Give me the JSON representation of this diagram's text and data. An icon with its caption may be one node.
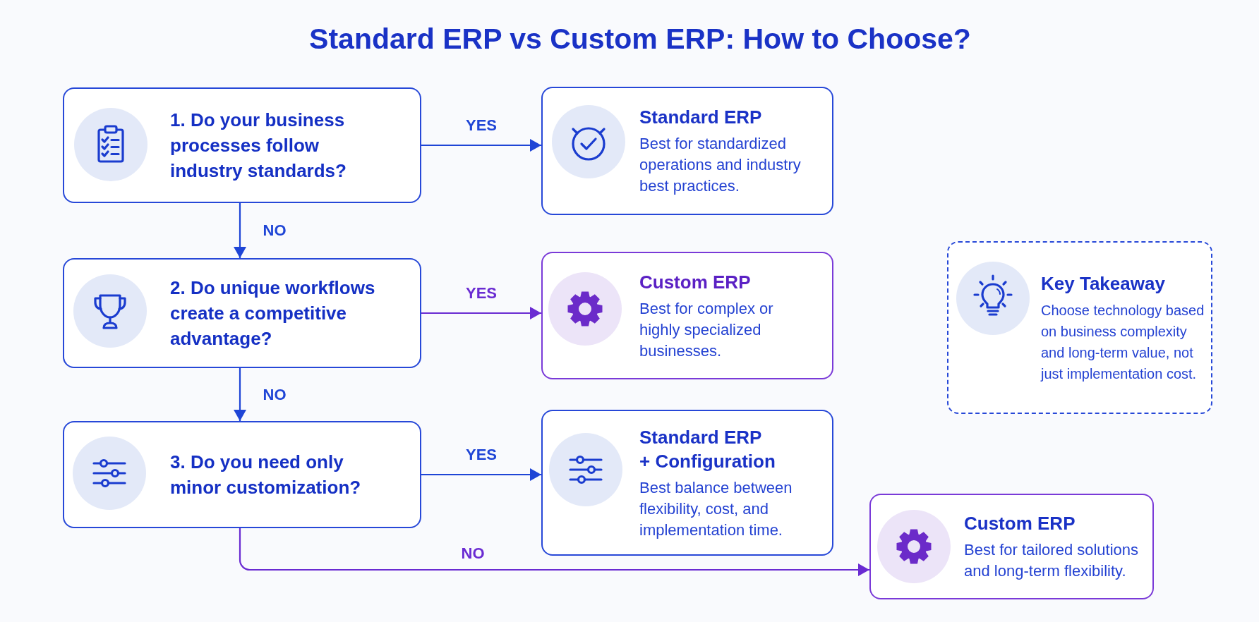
{
  "diagram": {
    "title": "Standard ERP vs Custom ERP: How to Choose?",
    "nodes": [
      {
        "text": [
          "1. Do your business processes follow industry standards?"
        ]
      },
      {
        "text": [
          "Standard ERP",
          "Best for standardized operations and industry best practices."
        ]
      },
      {
        "text": [
          "2. Do unique workflows create a competitive advantage?"
        ]
      },
      {
        "text": [
          "Custom ERP",
          "Best for complex or highly specialized businesses."
        ]
      },
      {
        "text": [
          "3. Do you need only minor customization?"
        ]
      },
      {
        "text": [
          "Standard ERP + Configuration",
          "Best balance between flexibility, cost, and implementation time."
        ]
      },
      {
        "text": [
          "Custom ERP",
          "Best for tailored solutions and long-term flexibility."
        ]
      },
      {
        "text": [
          "Key Takeaway",
          "Choose technology based on business complexity and long-term value, not just implementation cost."
        ]
      }
    ],
    "edges": [
      {
        "from": 0,
        "to": 1,
        "arrow": "to",
        "label": "YES"
      },
      {
        "from": 0,
        "to": 2,
        "arrow": "to",
        "label": "NO"
      },
      {
        "from": 2,
        "to": 3,
        "arrow": "to",
        "label": "YES",
        "color": "#6a2bd2"
      },
      {
        "from": 2,
        "to": 4,
        "arrow": "to",
        "label": "NO"
      },
      {
        "from": 4,
        "to": 5,
        "arrow": "to",
        "label": "YES"
      },
      {
        "from": 4,
        "to": 6,
        "arrow": "to",
        "label": "NO",
        "color": "#6a2bd2"
      }
    ]
  }
}
